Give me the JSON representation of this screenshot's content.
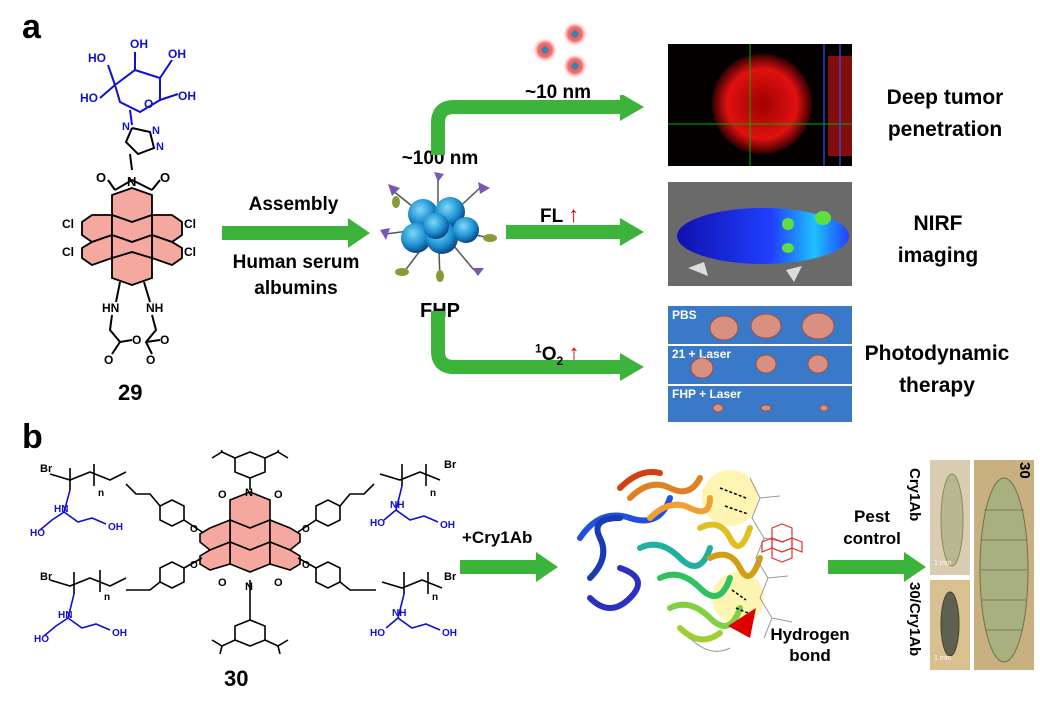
{
  "panel_a": {
    "letter": "a",
    "compound_number": "29",
    "atoms": {
      "HO": "HO",
      "OH": "OH",
      "O": "O",
      "N": "N",
      "Cl": "Cl",
      "HN": "HN",
      "NH": "NH"
    },
    "assembly_label": "Assembly",
    "hsa_label": "Human serum albumins",
    "size_100": "~100 nm",
    "fhp_label": "FHP",
    "size_10": "~10 nm",
    "fl_label": "FL",
    "o2_label_base": "O",
    "o2_label_sup": "1",
    "o2_label_sub": "2",
    "up_arrow": "↑",
    "outcome_1": "Deep tumor penetration",
    "outcome_2": "NIRF imaging",
    "outcome_3": "Photodynamic therapy",
    "tumor_rows": [
      "PBS",
      "21 + Laser",
      "FHP + Laser"
    ]
  },
  "panel_b": {
    "letter": "b",
    "compound_number": "30",
    "atoms": {
      "Br": "Br",
      "n": "n",
      "O": "O",
      "N": "N",
      "HN": "HN",
      "NH": "NH",
      "HO": "HO",
      "OH": "OH"
    },
    "cry_label": "+Cry1Ab",
    "pest_label": "Pest control",
    "hbond_label": "Hydrogen bond",
    "larva_labels": [
      "Cry1Ab",
      "30/Cry1Ab",
      "30"
    ],
    "scale_labels": [
      "1 mm",
      "1 mm"
    ]
  },
  "colors": {
    "arrow_green": "#3cb43c",
    "perylene_fill": "#f4a8a0",
    "sugar_blue": "#1010d0",
    "red_arrow": "#e00000"
  }
}
